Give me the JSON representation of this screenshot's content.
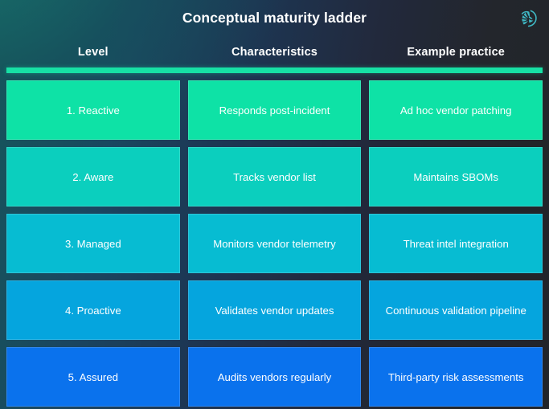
{
  "slide": {
    "title": "Conceptual maturity ladder",
    "logo_icon": "phoenix-bird-logo-icon",
    "accent_rule_color": "#17e0a5",
    "background_colors": [
      "#17555c",
      "#1d3552",
      "#212429"
    ]
  },
  "table": {
    "columns": [
      "Level",
      "Characteristics",
      "Example practice"
    ],
    "rows": [
      {
        "level": "1. Reactive",
        "characteristics": "Responds post-incident",
        "example_practice": "Ad hoc vendor patching",
        "color": "#0ee2a6"
      },
      {
        "level": "2. Aware",
        "characteristics": "Tracks vendor list",
        "example_practice": "Maintains SBOMs",
        "color": "#0bcfbe"
      },
      {
        "level": "3. Managed",
        "characteristics": "Monitors vendor telemetry",
        "example_practice": "Threat intel integration",
        "color": "#07bcd2"
      },
      {
        "level": "4. Proactive",
        "characteristics": "Validates vendor updates",
        "example_practice": "Continuous validation pipeline",
        "color": "#05a5de"
      },
      {
        "level": "5. Assured",
        "characteristics": "Audits vendors regularly",
        "example_practice": "Third-party risk assessments",
        "color": "#0a72ed"
      }
    ]
  }
}
